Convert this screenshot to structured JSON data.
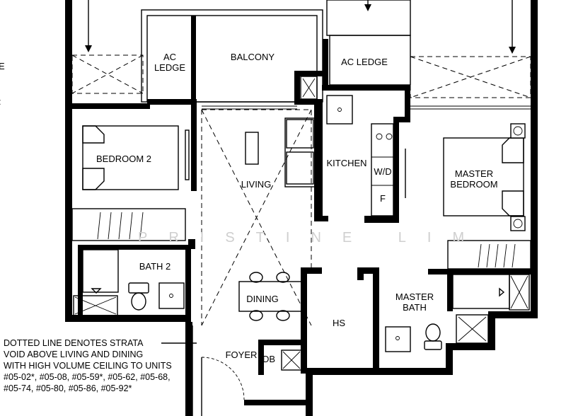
{
  "rooms": {
    "ac_ledge_left": [
      "AC",
      "LEDGE"
    ],
    "balcony": "BALCONY",
    "ac_ledge_right": "AC LEDGE",
    "bedroom2": "BEDROOM 2",
    "living": "LIVING",
    "kitchen": "KITCHEN",
    "wd": "W/D",
    "fridge": "F",
    "master_bedroom": [
      "MASTER",
      "BEDROOM"
    ],
    "bath2": "BATH 2",
    "dining": "DINING",
    "hs": "HS",
    "master_bath": [
      "MASTER",
      "BATH"
    ],
    "foyer": "FOYER",
    "db": "DB"
  },
  "note_lines": [
    "DOTTED LINE DENOTES STRATA",
    "VOID ABOVE LIVING AND DINING",
    "WITH HIGH VOLUME CEILING TO UNITS",
    "#05-02*, #05-08, #05-59*, #05-62, #05-68,",
    "#05-74, #05-80, #05-86, #05-92*"
  ],
  "watermark": "PRISTINE LIM",
  "edge_marks": [
    "E",
    ":"
  ]
}
